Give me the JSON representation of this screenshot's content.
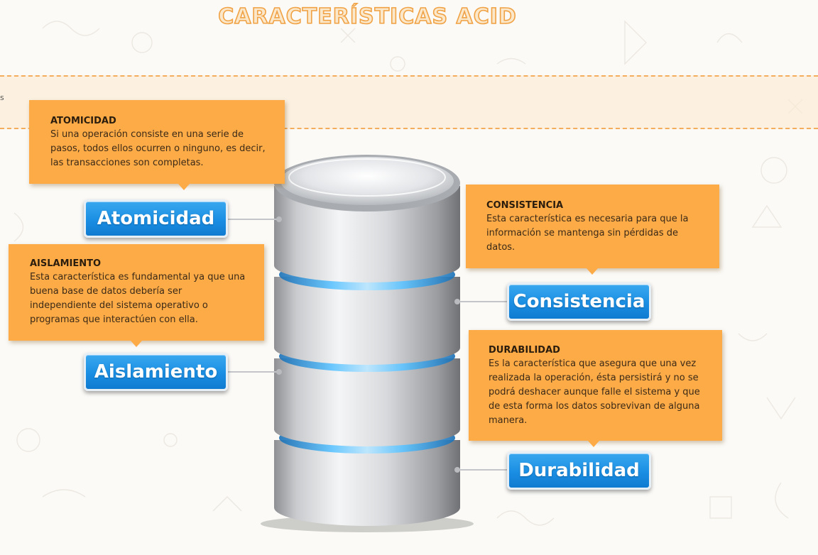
{
  "title": "CARACTERÍSTICAS ACID",
  "band_mark": "s",
  "colors": {
    "callout": "#fdab46",
    "label": "#1a8ee3",
    "title_stroke": "#f0a244",
    "band_line": "#f4ad5c",
    "ring_glow": "#4fb6f5"
  },
  "properties": [
    {
      "label": "Atomicidad",
      "heading": "ATOMICIDAD",
      "description": "Si una operación consiste en una serie de pasos, todos ellos ocurren o ninguno, es decir, las transacciones son completas."
    },
    {
      "label": "Consistencia",
      "heading": "CONSISTENCIA",
      "description": "Esta característica es necesaria para que la información se mantenga sin pérdidas de datos."
    },
    {
      "label": "Aislamiento",
      "heading": "AISLAMIENTO",
      "description": "Esta característica es fundamental ya que una buena base de datos debería ser independiente del sistema operativo o programas que interactúen con ella."
    },
    {
      "label": "Durabilidad",
      "heading": "DURABILIDAD",
      "description": "Es la característica que asegura que una vez realizada la operación, ésta persistirá y no se podrá deshacer aunque falle el sistema y que de esta forma los datos sobrevivan de alguna manera."
    }
  ],
  "icons": {
    "database": "database-icon",
    "background": "doodle-pattern"
  }
}
